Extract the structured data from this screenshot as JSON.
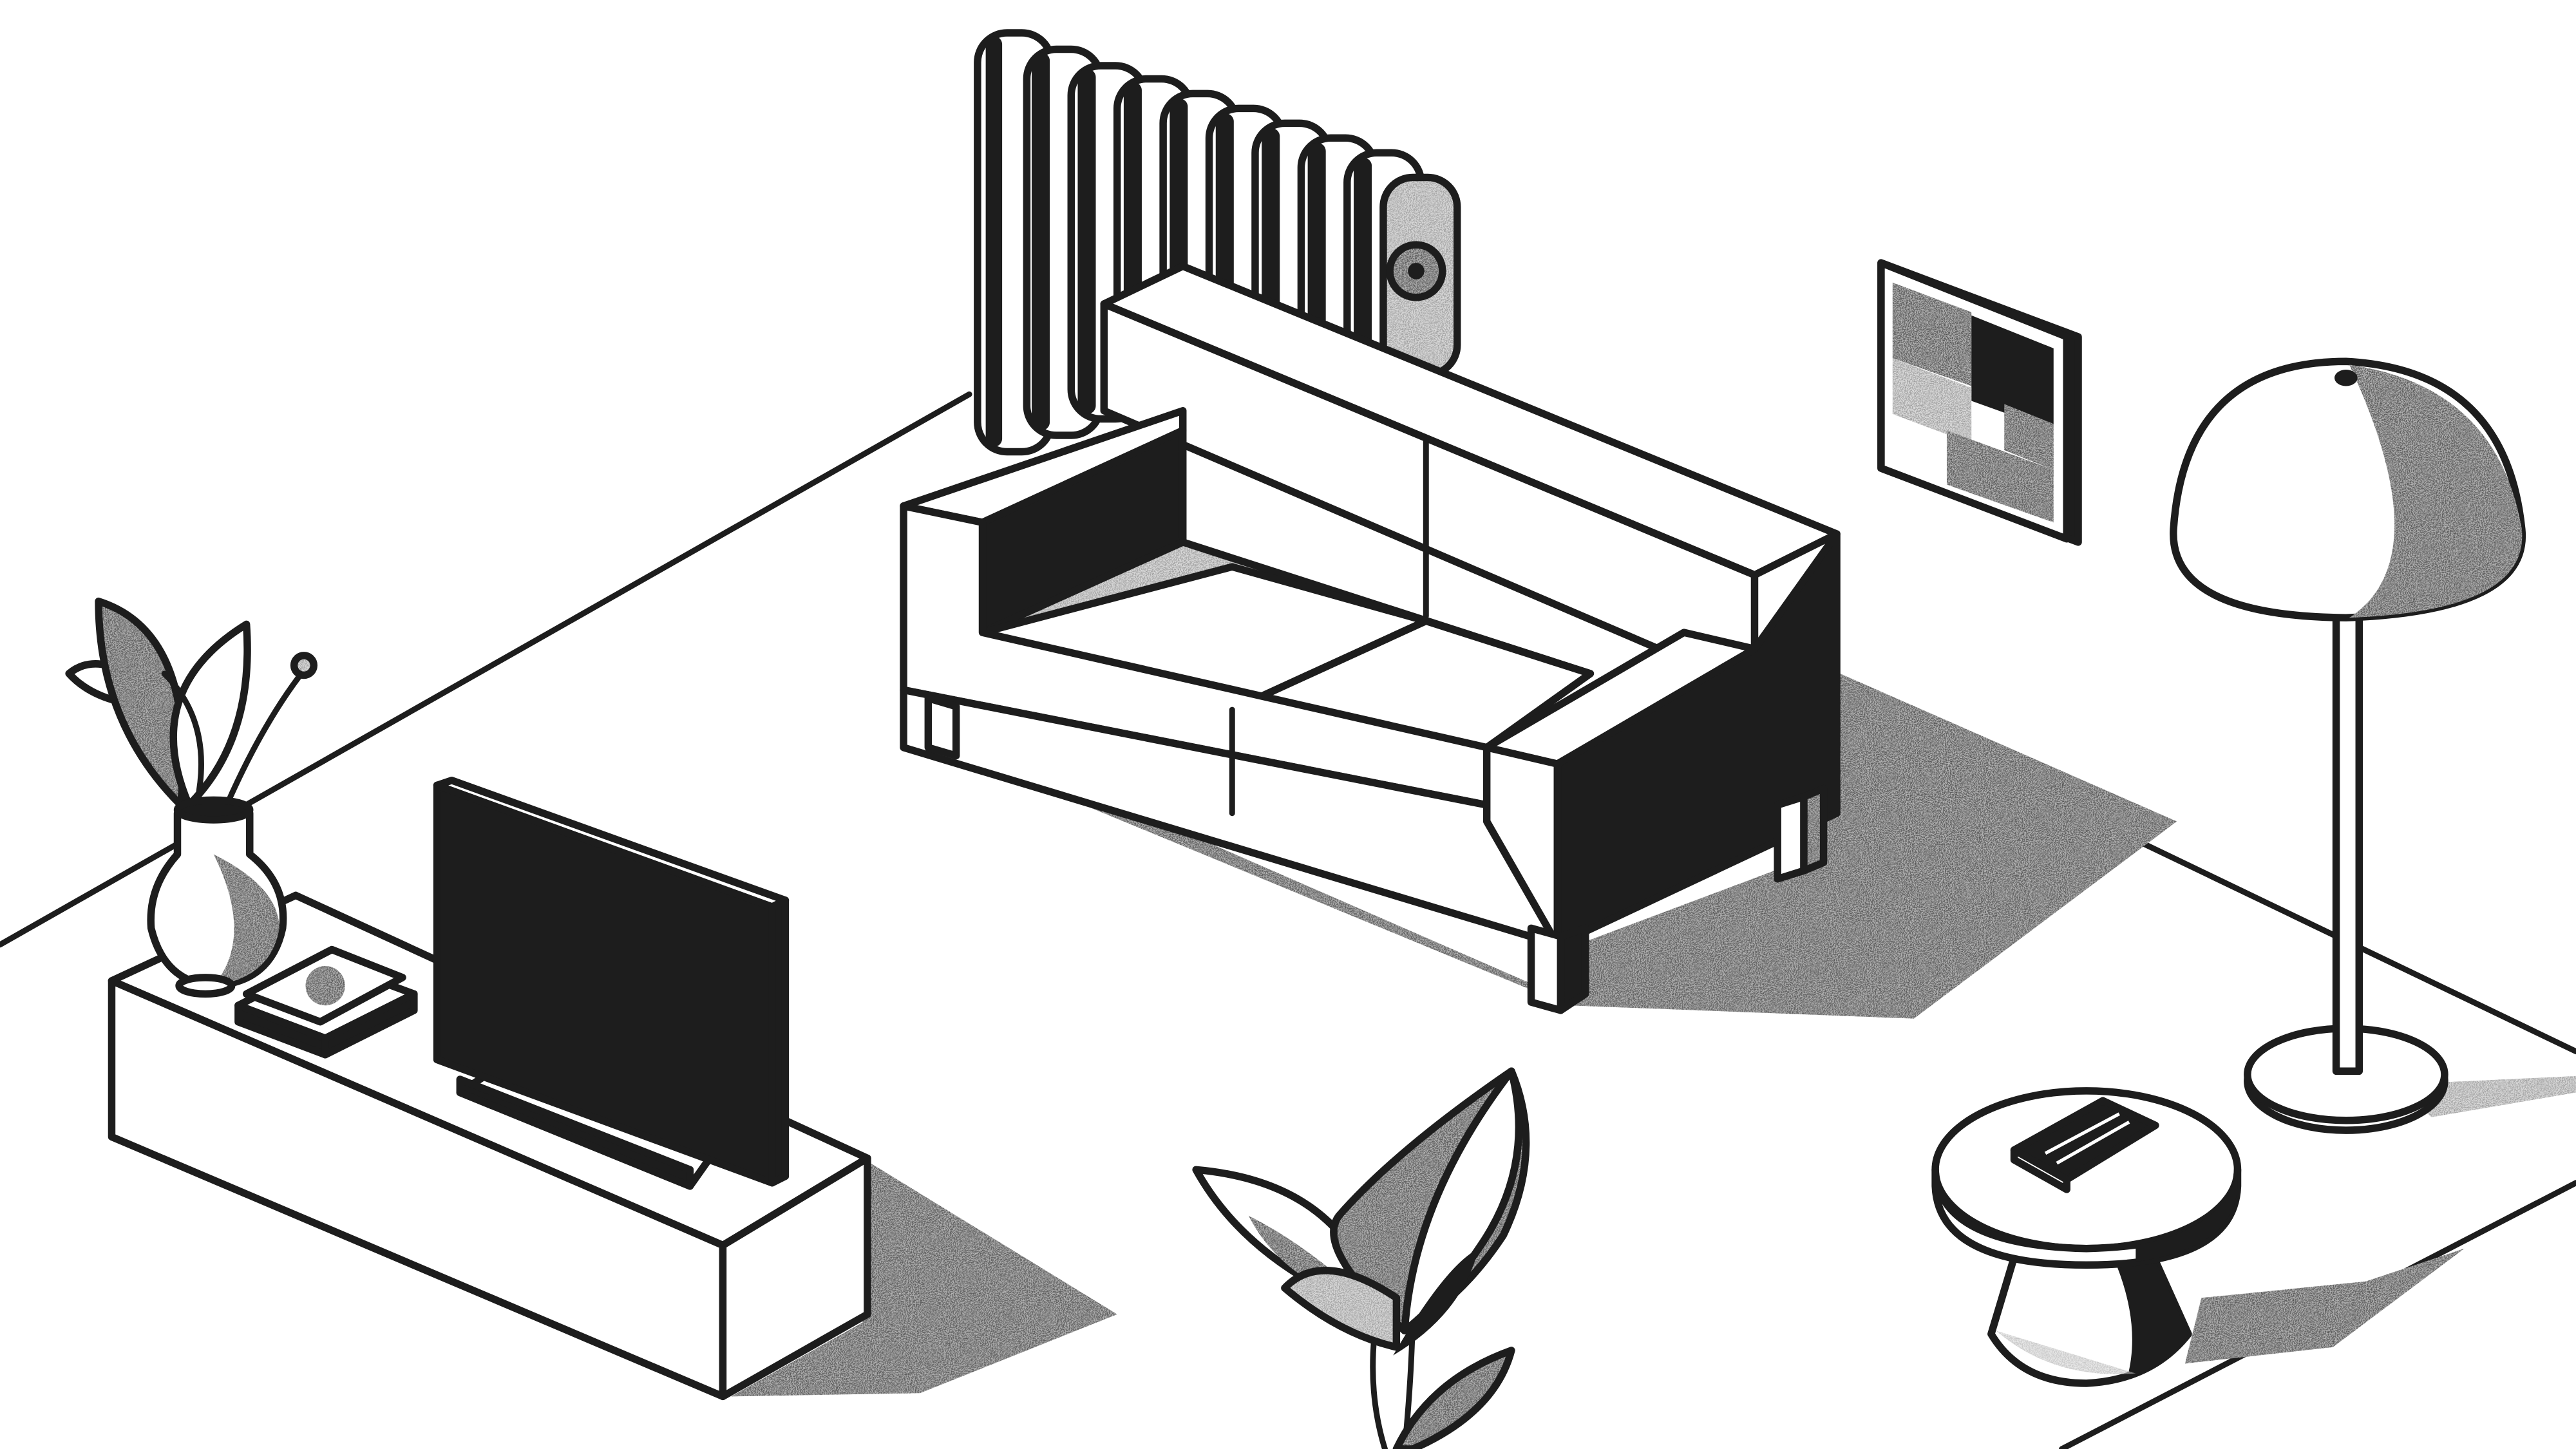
{
  "scene": {
    "kind": "isometric living room illustration",
    "style": "monochrome line art with grain shading",
    "colors": {
      "ink": "#1d1d1d",
      "paper": "#ffffff",
      "shade": "#8a8a8a"
    },
    "objects": [
      "floor",
      "radiator",
      "sofa",
      "wall-art",
      "floor-lamp",
      "tv-stand",
      "television",
      "vase-plant",
      "books",
      "side-table",
      "smartphone",
      "potted-plant"
    ]
  }
}
